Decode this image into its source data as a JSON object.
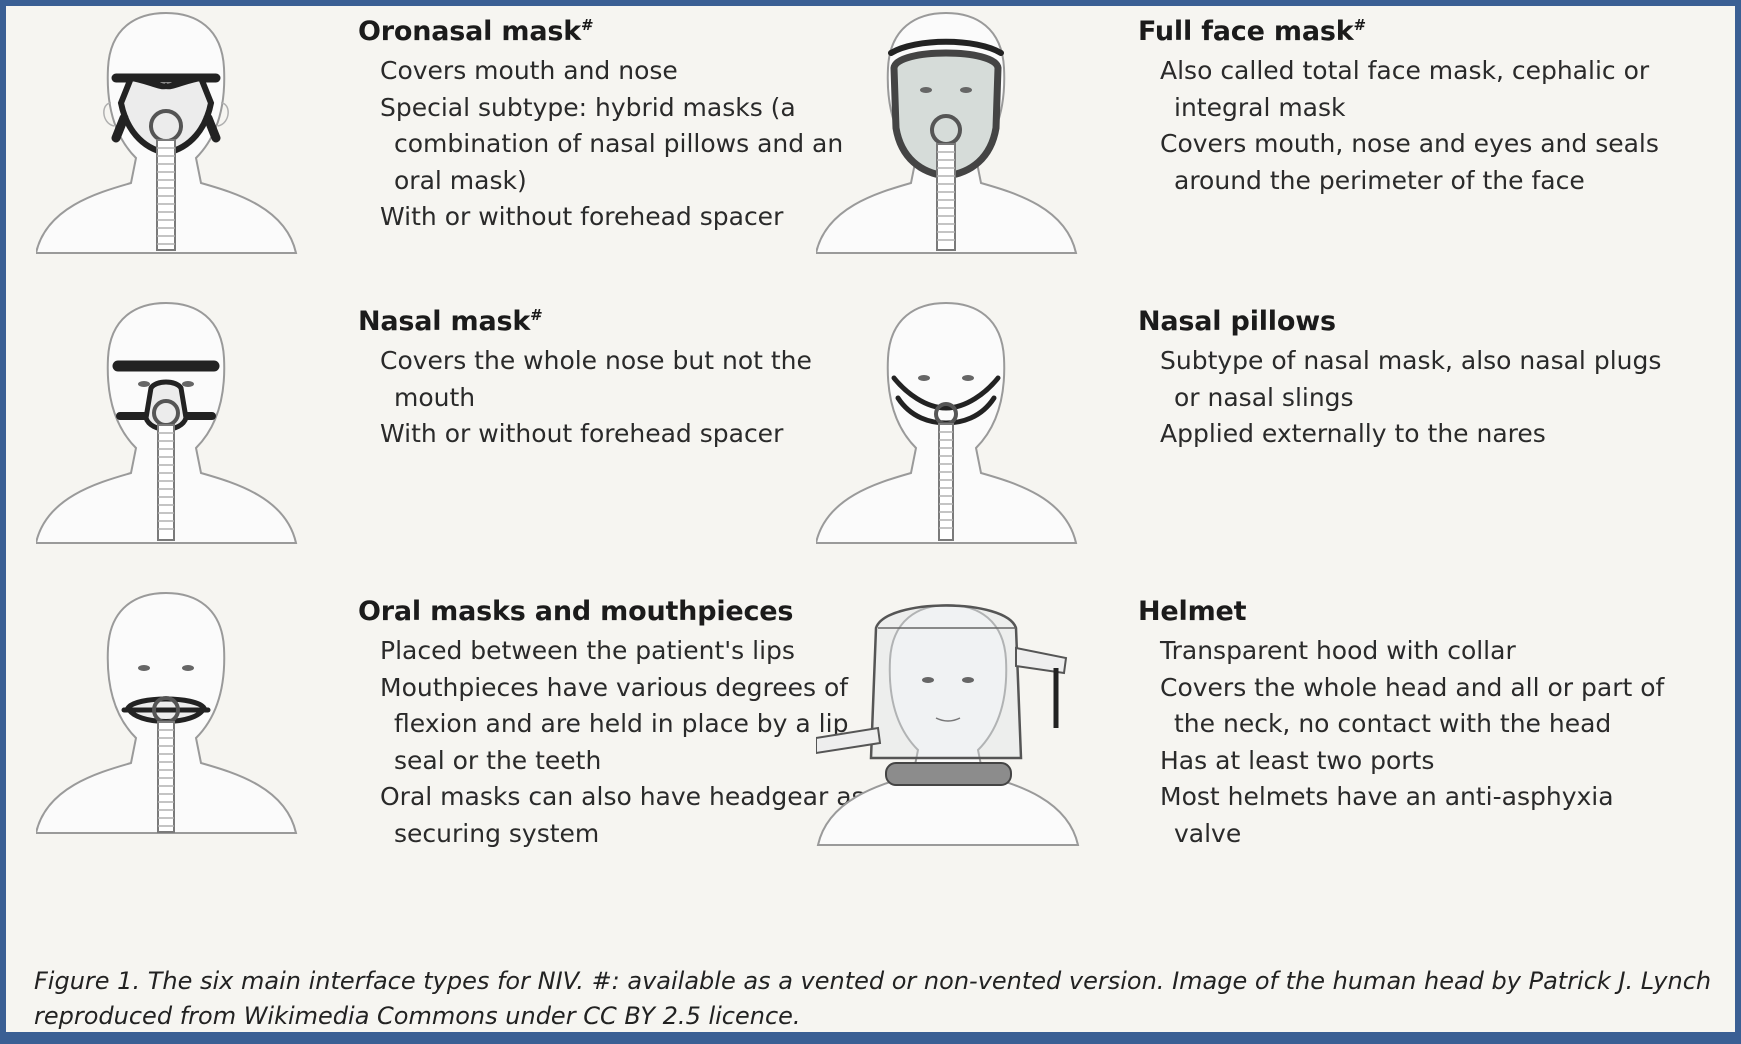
{
  "masks": [
    {
      "title": "Oronasal mask",
      "mark": "#",
      "items": [
        "Covers mouth and nose",
        "Special subtype: hybrid masks (a combination of nasal pillows and an oral mask)",
        "With or without forehead spacer"
      ]
    },
    {
      "title": "Full face mask",
      "mark": "#",
      "items": [
        "Also called total face mask, cephalic or integral mask",
        "Covers mouth, nose and eyes and seals around the perimeter of the face"
      ]
    },
    {
      "title": "Nasal mask",
      "mark": "#",
      "items": [
        "Covers the whole nose but not the mouth",
        "With or without forehead spacer"
      ]
    },
    {
      "title": "Nasal pillows",
      "mark": "",
      "items": [
        "Subtype of nasal mask, also nasal plugs or nasal slings",
        "Applied externally to the nares"
      ]
    },
    {
      "title": "Oral masks and mouthpieces",
      "mark": "",
      "items": [
        "Placed between the patient's lips",
        "Mouthpieces have various degrees of flexion and are held in place by a lip seal or the teeth",
        "Oral masks can also have headgear as a securing system"
      ]
    },
    {
      "title": "Helmet",
      "mark": "",
      "items": [
        "Transparent hood with collar",
        "Covers the whole head and all or part of the neck, no contact with the head",
        "Has at least two ports",
        "Most helmets have an anti-asphyxia valve"
      ]
    }
  ],
  "caption": "Figure 1. The six main interface types for NIV. #: available as a vented or non-vented version. Image of the human head by Patrick J. Lynch reproduced from Wikimedia Commons under CC BY 2.5 licence."
}
